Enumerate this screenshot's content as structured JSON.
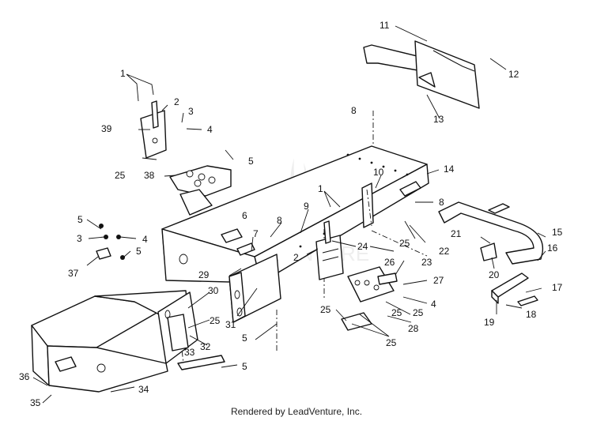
{
  "caption": "Rendered by LeadVenture, Inc.",
  "watermark": "LEADVENTURE",
  "callouts": [
    "1",
    "1",
    "2",
    "2",
    "3",
    "3",
    "4",
    "4",
    "4",
    "5",
    "5",
    "5",
    "5",
    "5",
    "6",
    "7",
    "8",
    "8",
    "8",
    "9",
    "10",
    "11",
    "12",
    "13",
    "14",
    "15",
    "16",
    "17",
    "18",
    "19",
    "20",
    "21",
    "22",
    "23",
    "24",
    "25",
    "25",
    "25",
    "25",
    "25",
    "25",
    "25",
    "26",
    "27",
    "28",
    "29",
    "30",
    "31",
    "32",
    "33",
    "34",
    "35",
    "36",
    "37",
    "38",
    "39"
  ]
}
